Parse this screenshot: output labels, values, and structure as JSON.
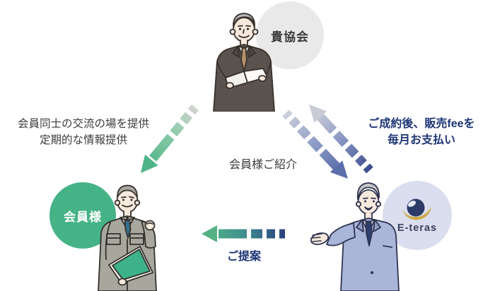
{
  "diagram": {
    "association": {
      "name": "貴協会"
    },
    "member": {
      "name": "会員様"
    },
    "eteras": {
      "name": "E-teras",
      "logo_icon": "globe-sphere-with-gold-swoosh"
    },
    "flows": [
      {
        "id": "association_to_member",
        "from": "貴協会",
        "to": "会員様",
        "direction": "down-left",
        "style": "dashed-gradient-green",
        "labels": [
          "会員同士の交流の場を提供",
          "定期的な情報提供"
        ]
      },
      {
        "id": "association_to_eteras",
        "from": "貴協会",
        "to": "E-teras",
        "direction": "down-right",
        "style": "dashed-gradient-blue",
        "labels": [
          "会員様ご紹介"
        ]
      },
      {
        "id": "eteras_to_association",
        "from": "E-teras",
        "to": "貴協会",
        "direction": "up-left",
        "style": "dashed-gradient-blue",
        "labels": [
          "ご成約後、販売feeを",
          "毎月お支払い"
        ]
      },
      {
        "id": "eteras_to_member",
        "from": "E-teras",
        "to": "会員様",
        "direction": "left",
        "style": "dashed-gradient-blue-to-green",
        "labels": [
          "ご提案"
        ]
      }
    ],
    "illustrations": {
      "association": "older-man-gray-hair-dark-suit-holding-open-document",
      "member": "man-in-gray-work-uniform-holding-green-folder-fist-up",
      "eteras": "man-in-blue-suit-open-palm-gesture"
    },
    "colors": {
      "green": "#45b385",
      "gray_circle": "#e9e9e9",
      "lavender_circle": "#dadeee",
      "navy_text": "#1d3575",
      "dark_text": "#3a3a3a",
      "blue_arrow_dark": "#5c6dac",
      "green_arrow": "#4fb487",
      "gold": "#cda845"
    }
  }
}
